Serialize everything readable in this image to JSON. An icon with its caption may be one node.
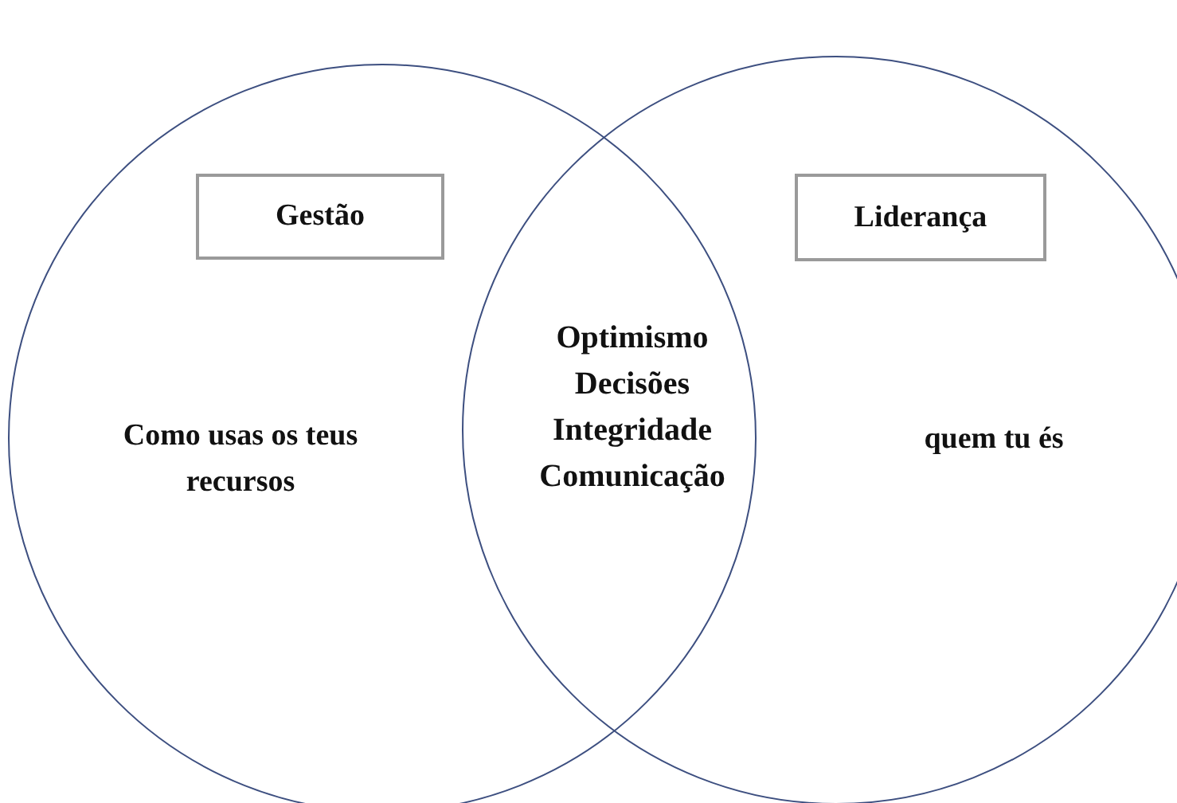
{
  "diagram": {
    "nodes": [
      {
        "text": [
          "Como usas os teus recursos"
        ]
      },
      {
        "text": [
          "Gestão"
        ],
        "in": 0
      },
      {
        "text": [
          "quem tu és"
        ]
      },
      {
        "text": [
          "Liderança"
        ],
        "in": 2
      }
    ],
    "labels": [
      "Optimismo",
      "Decisões",
      "Integridade",
      "Comunicação"
    ]
  }
}
